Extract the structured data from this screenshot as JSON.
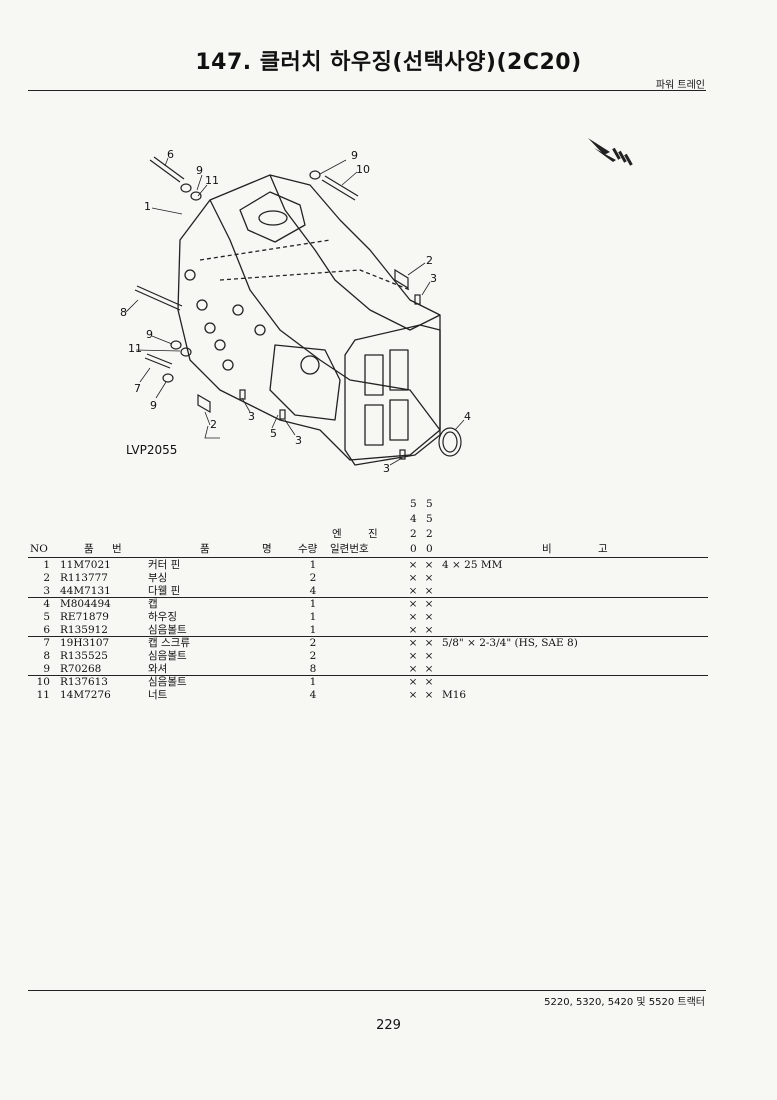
{
  "header": {
    "title": "147. 클러치 하우징(선택사양)(2C20)",
    "section": "파워 트레인"
  },
  "figure": {
    "code": "LVP2055",
    "callouts": [
      "6",
      "9",
      "11",
      "1",
      "9",
      "10",
      "2",
      "3",
      "8",
      "9",
      "11",
      "7",
      "9",
      "2",
      "3",
      "5",
      "3",
      "4",
      "3"
    ]
  },
  "table": {
    "headers": {
      "no": "NO",
      "part_no_a": "품",
      "part_no_b": "번",
      "name_a": "품",
      "name_b": "명",
      "qty": "수량",
      "engine_a": "엔",
      "engine_b": "진",
      "serial": "일련번호",
      "remark_a": "비",
      "remark_b": "고",
      "model_col1": [
        "5",
        "4",
        "2",
        "0"
      ],
      "model_col2": [
        "5",
        "5",
        "2",
        "0"
      ]
    },
    "rows": [
      {
        "no": "1",
        "part": "11M7021",
        "name": "커터 핀",
        "qty": "1",
        "a": "×",
        "b": "×",
        "remark": "4 × 25 MM"
      },
      {
        "no": "2",
        "part": "R113777",
        "name": "부싱",
        "qty": "2",
        "a": "×",
        "b": "×",
        "remark": ""
      },
      {
        "no": "3",
        "part": "44M7131",
        "name": "다웰 핀",
        "qty": "4",
        "a": "×",
        "b": "×",
        "remark": ""
      },
      {
        "no": "4",
        "part": "M804494",
        "name": "캡",
        "qty": "1",
        "a": "×",
        "b": "×",
        "remark": ""
      },
      {
        "no": "5",
        "part": "RE71879",
        "name": "하우징",
        "qty": "1",
        "a": "×",
        "b": "×",
        "remark": ""
      },
      {
        "no": "6",
        "part": "R135912",
        "name": "심음볼트",
        "qty": "1",
        "a": "×",
        "b": "×",
        "remark": ""
      },
      {
        "no": "7",
        "part": "19H3107",
        "name": "캡 스크류",
        "qty": "2",
        "a": "×",
        "b": "×",
        "remark": "5/8\" × 2-3/4\" (HS, SAE 8)"
      },
      {
        "no": "8",
        "part": "R135525",
        "name": "심음볼트",
        "qty": "2",
        "a": "×",
        "b": "×",
        "remark": ""
      },
      {
        "no": "9",
        "part": "R70268",
        "name": "와셔",
        "qty": "8",
        "a": "×",
        "b": "×",
        "remark": ""
      },
      {
        "no": "10",
        "part": "R137613",
        "name": "심음볼트",
        "qty": "1",
        "a": "×",
        "b": "×",
        "remark": ""
      },
      {
        "no": "11",
        "part": "14M7276",
        "name": "너트",
        "qty": "4",
        "a": "×",
        "b": "×",
        "remark": "M16"
      }
    ]
  },
  "footer": {
    "models": "5220, 5320, 5420 및 5520 트랙터",
    "page": "229"
  }
}
